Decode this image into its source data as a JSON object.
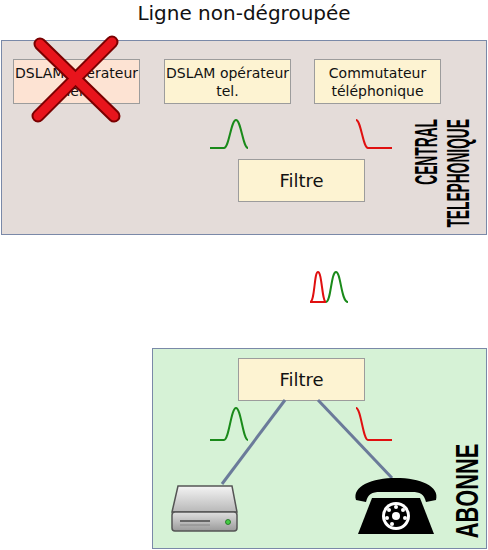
{
  "diagram": {
    "title": "Ligne non-dégroupée",
    "nodes": [
      {
        "text": [
          "CENTRAL TELEPHONIQUE"
        ]
      },
      {
        "text": [
          "DSLAM opérateur tiers"
        ],
        "in": 0
      },
      {
        "text": [
          "DSLAM opérateur tel."
        ],
        "in": 0
      },
      {
        "text": [
          "Commutateur téléphonique"
        ],
        "in": 0
      },
      {
        "text": [
          "Filtre"
        ],
        "in": 0
      },
      {
        "text": [
          "ABONNE"
        ]
      },
      {
        "text": [
          "Filtre"
        ],
        "in": 5
      }
    ],
    "edges": [
      {
        "from": 2,
        "to": 4,
        "arrow": "none"
      },
      {
        "from": 3,
        "to": 4,
        "arrow": "none"
      },
      {
        "from": 4,
        "to": 6,
        "arrow": "none"
      }
    ]
  }
}
